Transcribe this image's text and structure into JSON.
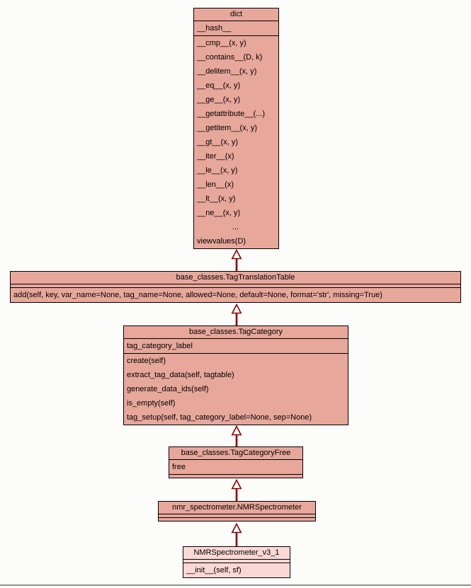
{
  "diagram": {
    "type": "uml-class-inheritance",
    "colors": {
      "box_fill": "#E8A79B",
      "highlight_fill": "#F9D8D6",
      "border": "#000000",
      "arrow": "#8B0000",
      "background": "#FCFDFB"
    },
    "classes": [
      {
        "name": "dict",
        "attributes": [
          "__hash__"
        ],
        "methods": [
          "__cmp__(x, y)",
          "__contains__(D, k)",
          "__delitem__(x, y)",
          "__eq__(x, y)",
          "__ge__(x, y)",
          "__getattribute__(...)",
          "__getitem__(x, y)",
          "__gt__(x, y)",
          "__iter__(x)",
          "__le__(x, y)",
          "__len__(x)",
          "__lt__(x, y)",
          "__ne__(x, y)",
          "...",
          "viewvalues(D)"
        ]
      },
      {
        "name": "base_classes.TagTranslationTable",
        "attributes": [],
        "methods": [
          "add(self, key, var_name=None, tag_name=None, allowed=None, default=None, format='str', missing=True)"
        ]
      },
      {
        "name": "base_classes.TagCategory",
        "attributes": [
          "tag_category_label"
        ],
        "methods": [
          "create(self)",
          "extract_tag_data(self, tagtable)",
          "generate_data_ids(self)",
          "is_empty(self)",
          "tag_setup(self, tag_category_label=None, sep=None)"
        ]
      },
      {
        "name": "base_classes.TagCategoryFree",
        "attributes": [
          "free"
        ],
        "methods": []
      },
      {
        "name": "nmr_spectrometer.NMRSpectrometer",
        "attributes": [],
        "methods": []
      },
      {
        "name": "NMRSpectrometer_v3_1",
        "attributes": [],
        "methods": [
          "__init__(self, sf)"
        ]
      }
    ],
    "edges": [
      {
        "from": "base_classes.TagTranslationTable",
        "to": "dict",
        "kind": "inheritance"
      },
      {
        "from": "base_classes.TagCategory",
        "to": "base_classes.TagTranslationTable",
        "kind": "inheritance"
      },
      {
        "from": "base_classes.TagCategoryFree",
        "to": "base_classes.TagCategory",
        "kind": "inheritance"
      },
      {
        "from": "nmr_spectrometer.NMRSpectrometer",
        "to": "base_classes.TagCategoryFree",
        "kind": "inheritance"
      },
      {
        "from": "NMRSpectrometer_v3_1",
        "to": "nmr_spectrometer.NMRSpectrometer",
        "kind": "inheritance"
      }
    ]
  }
}
